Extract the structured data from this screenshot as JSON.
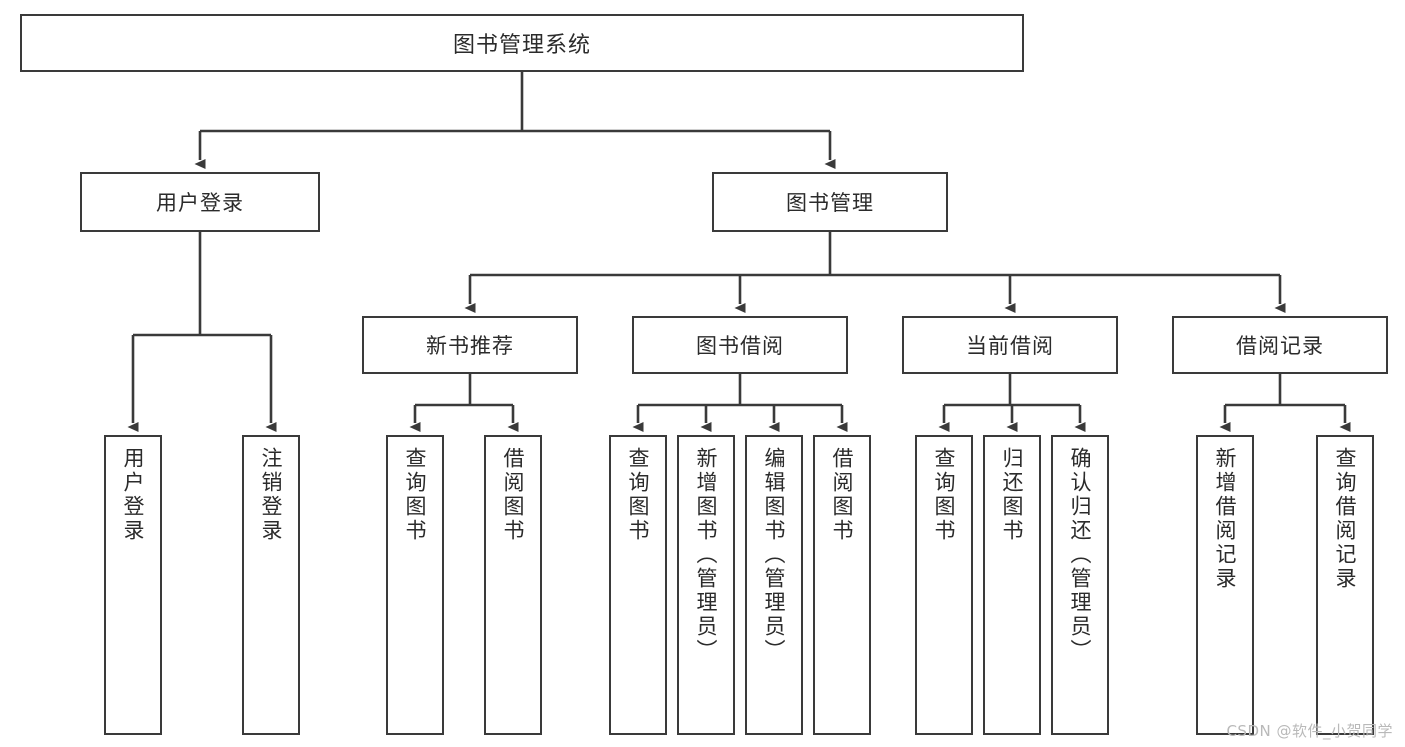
{
  "diagram": {
    "title": "图书管理系统",
    "type": "tree-hierarchy-chart",
    "colors": {
      "box_border": "#3a3a3a",
      "box_fill": "#ffffff",
      "connector": "#3a3a3a",
      "text": "#2b2b2b",
      "watermark": "#b9b9b9"
    }
  },
  "root": {
    "label": "图书管理系统"
  },
  "level1": [
    {
      "id": "user-login",
      "label": "用户登录"
    },
    {
      "id": "book-management",
      "label": "图书管理"
    }
  ],
  "level2": [
    {
      "id": "new-book-recommend",
      "label": "新书推荐"
    },
    {
      "id": "book-borrow",
      "label": "图书借阅"
    },
    {
      "id": "current-borrow",
      "label": "当前借阅"
    },
    {
      "id": "borrow-record",
      "label": "借阅记录"
    }
  ],
  "leaves": {
    "user_login": [
      {
        "id": "leaf-user-login",
        "label": "用户登录"
      },
      {
        "id": "leaf-logout",
        "label": "注销登录"
      }
    ],
    "new_book_recommend": [
      {
        "id": "leaf-query-book-1",
        "label": "查询图书"
      },
      {
        "id": "leaf-borrow-book-1",
        "label": "借阅图书"
      }
    ],
    "book_borrow": [
      {
        "id": "leaf-query-book-2",
        "label": "查询图书"
      },
      {
        "id": "leaf-add-book",
        "label": "新增图书（管理员）"
      },
      {
        "id": "leaf-edit-book",
        "label": "编辑图书（管理员）"
      },
      {
        "id": "leaf-borrow-book-2",
        "label": "借阅图书"
      }
    ],
    "current_borrow": [
      {
        "id": "leaf-query-book-3",
        "label": "查询图书"
      },
      {
        "id": "leaf-return-book",
        "label": "归还图书"
      },
      {
        "id": "leaf-confirm-return",
        "label": "确认归还（管理员）"
      }
    ],
    "borrow_record": [
      {
        "id": "leaf-add-record",
        "label": "新增借阅记录"
      },
      {
        "id": "leaf-query-record",
        "label": "查询借阅记录"
      }
    ]
  },
  "watermark": {
    "text": "CSDN @软件_小贺同学"
  }
}
